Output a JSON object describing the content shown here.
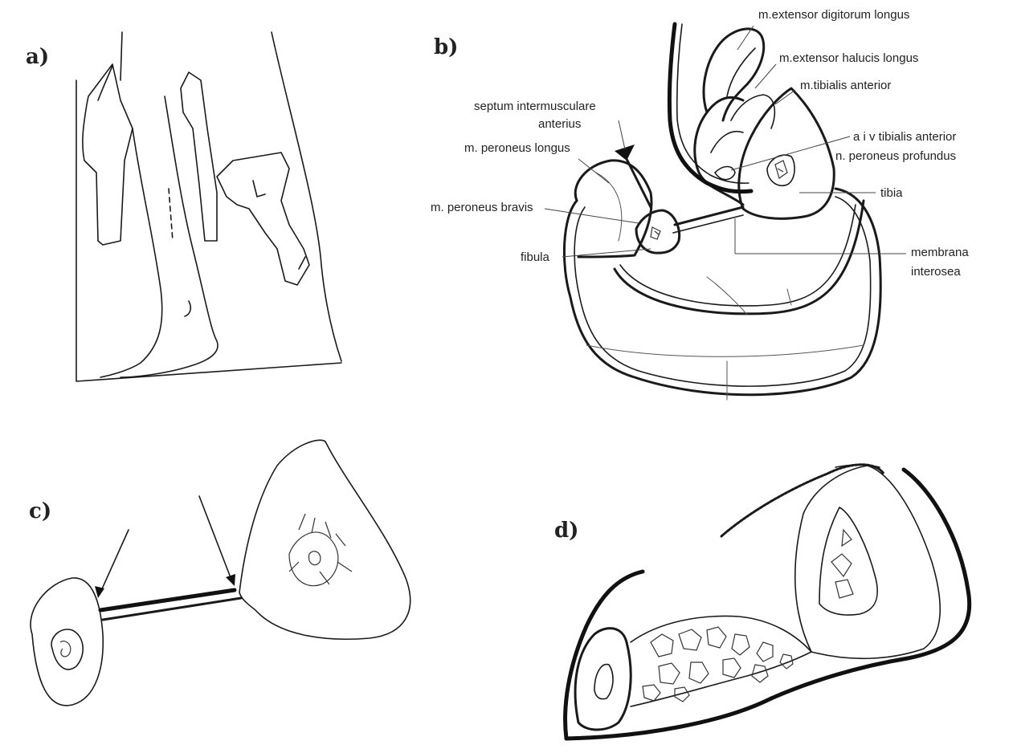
{
  "panels": {
    "a": {
      "label": "a)"
    },
    "b": {
      "label": "b)"
    },
    "c": {
      "label": "c)"
    },
    "d": {
      "label": "d)"
    }
  },
  "labels_b": {
    "ext_dig": "m.extensor digitorum longus",
    "ext_hal": "m.extensor halucis longus",
    "tib_ant": "m.tibialis anterior",
    "septum_1": "septum intermusculare",
    "septum_2": "anterius",
    "vessels_1": "a i v tibialis anterior",
    "vessels_2": "n. peroneus profundus",
    "per_long": "m. peroneus longus",
    "tibia": "tibia",
    "per_brav": "m. peroneus bravis",
    "membrana_1": "membrana",
    "membrana_2": "interosea",
    "fibula": "fibula"
  }
}
